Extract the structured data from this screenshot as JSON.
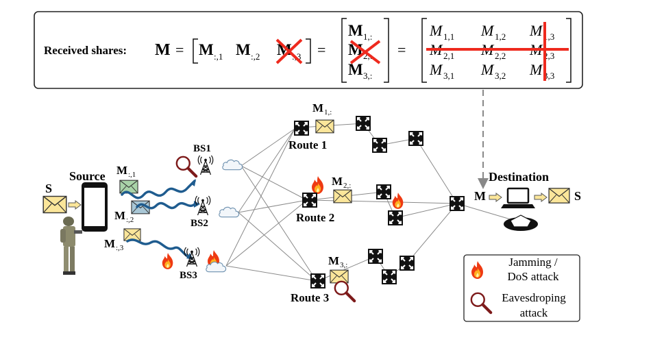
{
  "formula": {
    "prefix": "Received shares:",
    "M": "M",
    "eq": "=",
    "col1": "M",
    "col1_sub": ":,1",
    "col2": "M",
    "col2_sub": ":,2",
    "col3": "M",
    "col3_sub": ":,3",
    "row1": "M",
    "row1_sub": "1,:",
    "row2": "M",
    "row2_sub": "2,:",
    "row3": "M",
    "row3_sub": "3,:",
    "cells": [
      [
        "M",
        "1,1"
      ],
      [
        "M",
        "1,2"
      ],
      [
        "M",
        "1,3"
      ],
      [
        "M",
        "2,1"
      ],
      [
        "M",
        "2,2"
      ],
      [
        "M",
        "2,3"
      ],
      [
        "M",
        "3,1"
      ],
      [
        "M",
        "3,2"
      ],
      [
        "M",
        "3,3"
      ]
    ]
  },
  "source": {
    "label": "Source",
    "secret": "S"
  },
  "shares": [
    {
      "label": "M",
      "sub": ":,1"
    },
    {
      "label": "M",
      "sub": ":,2"
    },
    {
      "label": "M",
      "sub": ":,3"
    }
  ],
  "base_stations": [
    "BS1",
    "BS2",
    "BS3"
  ],
  "routes": [
    {
      "label": "Route 1",
      "share": "M",
      "share_sub": "1,:"
    },
    {
      "label": "Route 2",
      "share": "M",
      "share_sub": "2,:"
    },
    {
      "label": "Route 3",
      "share": "M",
      "share_sub": "3,:"
    }
  ],
  "destination": {
    "label": "Destination",
    "input": "M",
    "output": "S"
  },
  "legend": {
    "jamming_line1": "Jamming /",
    "jamming_line2": "DoS attack",
    "eaves_line1": "Eavesdroping",
    "eaves_line2": "attack"
  },
  "colors": {
    "attack_red": "#ee2a1e",
    "link_blue": "#1f5c8f",
    "envelope_yellow": "#fbe69a",
    "envelope_green": "#a9d3a8",
    "envelope_blue": "#a9c7d6",
    "magnifier": "#8b1a1a"
  },
  "icons": [
    "envelope-icon",
    "smartphone-icon",
    "soldier-icon",
    "antenna-tower-icon",
    "cloud-icon",
    "router-icon",
    "fire-icon",
    "magnifier-icon",
    "laptop-icon",
    "decoder-icon",
    "arrow-icon"
  ]
}
